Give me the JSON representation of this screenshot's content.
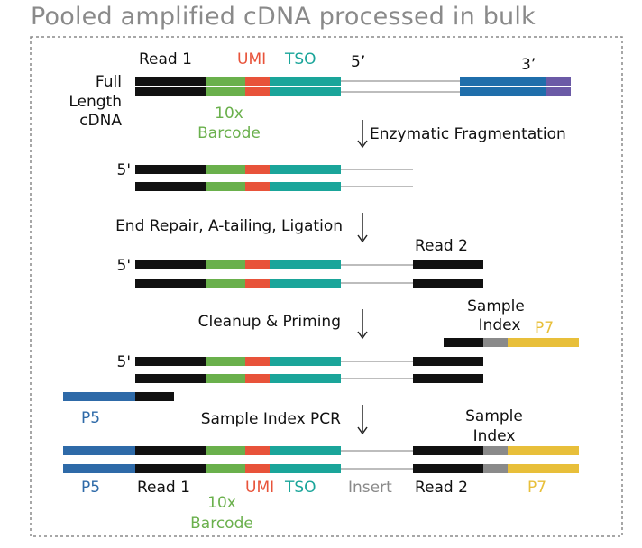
{
  "title": "Pooled amplified cDNA processed in bulk",
  "labels": {
    "read1_top": "Read 1",
    "umi_top": "UMI",
    "tso_top": "TSO",
    "five_prime_top": "5’",
    "three_prime_top": "3’",
    "full": "Full",
    "length": "Length",
    "cdna": "cDNA",
    "tenx_1": "10x",
    "barcode_1": "Barcode",
    "five_prime_1": "5'",
    "five_prime_2": "5'",
    "five_prime_3": "5'",
    "read2_mid": "Read 2",
    "sample_mid": "Sample",
    "index_mid": "Index",
    "p7_mid": "P7",
    "p5_mid": "P5",
    "sample_bot": "Sample",
    "index_bot": "Index",
    "p5_bot": "P5",
    "read1_bot": "Read 1",
    "umi_bot": "UMI",
    "tso_bot": "TSO",
    "insert_bot": "Insert",
    "read2_bot": "Read 2",
    "p7_bot": "P7",
    "tenx_2": "10x",
    "barcode_2": "Barcode"
  },
  "steps": {
    "step1": "Enzymatic Fragmentation",
    "step2": "End Repair, A-tailing, Ligation",
    "step3": "Cleanup & Priming",
    "step4": "Sample Index PCR"
  },
  "colors": {
    "read": "#111111",
    "barcode": "#6ab04c",
    "umi": "#e8533a",
    "tso": "#1aa59a",
    "p5": "#2e6aa8",
    "polyt": "#1f6eab",
    "polyt_end": "#6b5aa6",
    "sample_index": "#8a8a8a",
    "p7": "#e8bf3a",
    "insert": "#bdbdbd",
    "frame": "#8a8a8a",
    "text_green": "#6ab04c",
    "text_red": "#e8533a",
    "text_teal": "#1aa59a",
    "text_blue": "#2e6aa8",
    "text_yellow": "#e8bf3a",
    "text_gray": "#8a8a8a"
  }
}
